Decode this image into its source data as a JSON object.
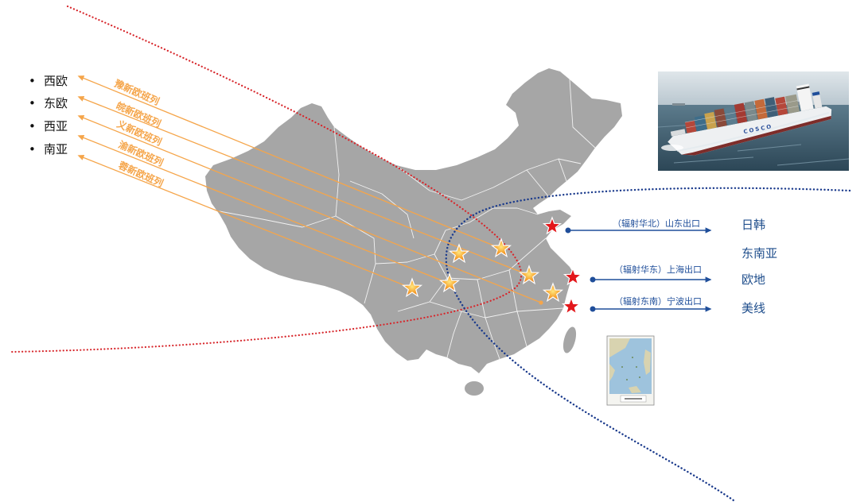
{
  "region_list": {
    "bullet": "•",
    "items": [
      "西欧",
      "东欧",
      "西亚",
      "南亚"
    ]
  },
  "rail_routes": [
    "豫新欧班列",
    "皖新欧班列",
    "义新欧班列",
    "渝新欧班列",
    "蓉新欧班列"
  ],
  "port_exports": [
    "（辐射华北）山东出口",
    "（辐射华东）上海出口",
    "（辐射东南）宁波出口"
  ],
  "destinations": [
    "日韩",
    "东南亚",
    "欧地",
    "美线"
  ],
  "ship_photo": {
    "hull_text": "COSCO"
  },
  "icons": {
    "hub_marker": "orange-star-icon",
    "port_marker": "red-star-icon"
  },
  "colors": {
    "map_fill": "#a6a6a6",
    "rail_route": "#f5a54a",
    "port_route": "#1f4e9a",
    "destination_text": "#1f4e8c",
    "red_boundary": "#d7262b",
    "blue_boundary": "#1a3a8c",
    "port_star": "#e3171b"
  }
}
